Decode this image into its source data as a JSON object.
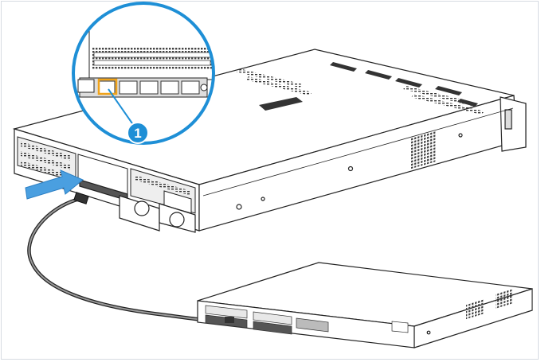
{
  "callout": {
    "number": "1",
    "color": "#1e8fd6"
  },
  "colors": {
    "line": "#222222",
    "arrow": "#4a9fe0",
    "magnifier_ring": "#1e8fd6",
    "port_highlight": "#f0a31a"
  },
  "figure": {
    "items": [
      "rack-server",
      "magnified-rear-ports",
      "network-cable",
      "network-switch",
      "insertion-arrow"
    ]
  }
}
